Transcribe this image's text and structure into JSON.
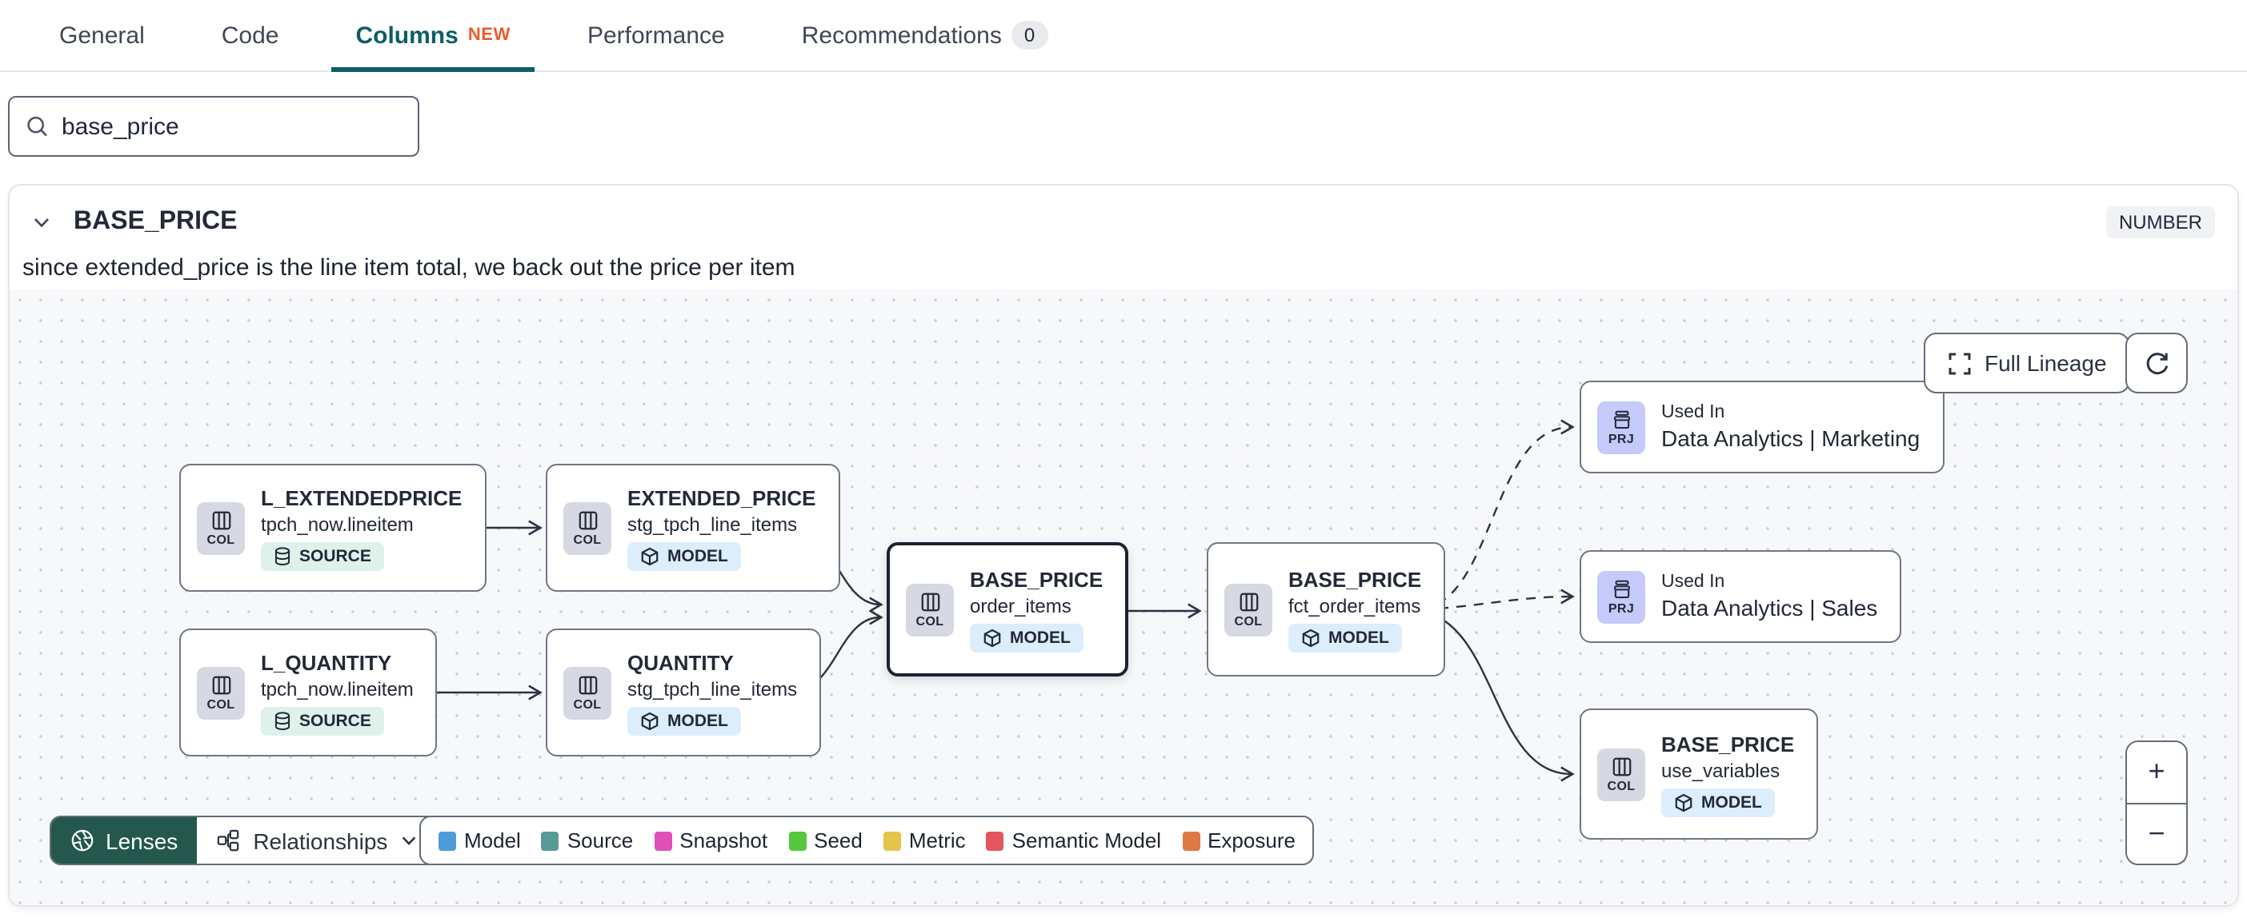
{
  "tabs": {
    "general": "General",
    "code": "Code",
    "columns": "Columns",
    "columns_badge": "NEW",
    "performance": "Performance",
    "recommendations": "Recommendations",
    "recommendations_count": "0"
  },
  "search": {
    "value": "base_price"
  },
  "column_panel": {
    "name": "BASE_PRICE",
    "type_badge": "NUMBER",
    "description": "since extended_price is the line item total, we back out the price per item"
  },
  "lineage": {
    "kind_col": "COL",
    "kind_prj": "PRJ",
    "nodes": {
      "l_extendedprice": {
        "title": "L_EXTENDEDPRICE",
        "subtitle": "tpch_now.lineitem",
        "badge": "SOURCE"
      },
      "l_quantity": {
        "title": "L_QUANTITY",
        "subtitle": "tpch_now.lineitem",
        "badge": "SOURCE"
      },
      "extended_price": {
        "title": "EXTENDED_PRICE",
        "subtitle": "stg_tpch_line_items",
        "badge": "MODEL"
      },
      "quantity": {
        "title": "QUANTITY",
        "subtitle": "stg_tpch_line_items",
        "badge": "MODEL"
      },
      "base_price_order_items": {
        "title": "BASE_PRICE",
        "subtitle": "order_items",
        "badge": "MODEL"
      },
      "base_price_fct_order_items": {
        "title": "BASE_PRICE",
        "subtitle": "fct_order_items",
        "badge": "MODEL"
      },
      "used_in_marketing": {
        "label": "Used In",
        "title": "Data Analytics | Marketing"
      },
      "used_in_sales": {
        "label": "Used In",
        "title": "Data Analytics | Sales"
      },
      "base_price_use_variables": {
        "title": "BASE_PRICE",
        "subtitle": "use_variables",
        "badge": "MODEL"
      }
    },
    "controls": {
      "full_lineage": "Full Lineage",
      "lenses": "Lenses",
      "relationships": "Relationships",
      "zoom_in": "+",
      "zoom_out": "−"
    }
  },
  "legend": {
    "items": [
      {
        "label": "Model",
        "color": "#4D9CD9"
      },
      {
        "label": "Source",
        "color": "#579B97"
      },
      {
        "label": "Snapshot",
        "color": "#E04FB5"
      },
      {
        "label": "Seed",
        "color": "#54C73F"
      },
      {
        "label": "Metric",
        "color": "#E4C44A"
      },
      {
        "label": "Semantic Model",
        "color": "#E3565E"
      },
      {
        "label": "Exposure",
        "color": "#DE7946"
      }
    ]
  }
}
